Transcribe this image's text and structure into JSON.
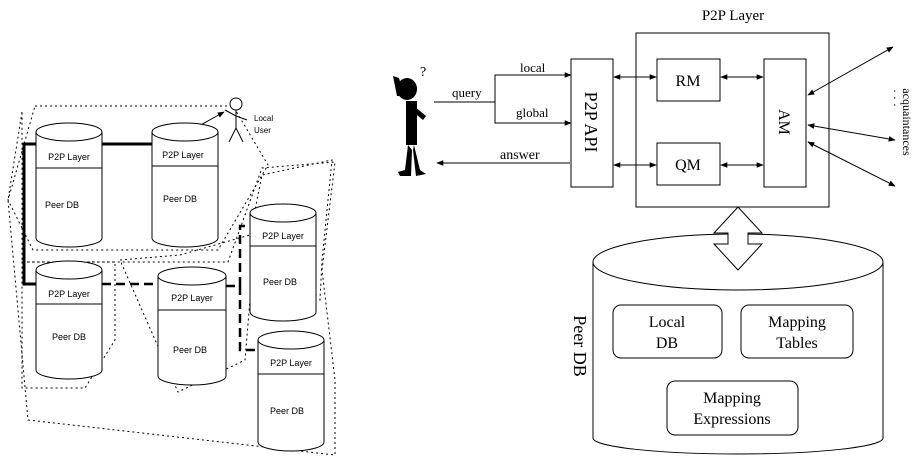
{
  "left_diagram": {
    "peers": [
      {
        "layer_label": "P2P Layer",
        "db_label": "Peer DB"
      },
      {
        "layer_label": "P2P Layer",
        "db_label": "Peer DB"
      },
      {
        "layer_label": "P2P Layer",
        "db_label": "Peer DB"
      },
      {
        "layer_label": "P2P Layer",
        "db_label": "Peer DB"
      },
      {
        "layer_label": "P2P Layer",
        "db_label": "Peer DB"
      },
      {
        "layer_label": "P2P Layer",
        "db_label": "Peer DB"
      }
    ],
    "local_user_label_line1": "Local",
    "local_user_label_line2": "User"
  },
  "right_diagram": {
    "user_question_mark": "?",
    "query_label": "query",
    "local_label": "local",
    "global_label": "global",
    "answer_label": "answer",
    "p2p_layer_title": "P2P Layer",
    "p2p_api_label": "P2P API",
    "rm_label": "RM",
    "qm_label": "QM",
    "am_label": "AM",
    "acquaintances_label": "acquaintances",
    "ellipsis": "· · ·",
    "peer_db_label": "Peer DB",
    "local_db_line1": "Local",
    "local_db_line2": "DB",
    "mapping_tables_line1": "Mapping",
    "mapping_tables_line2": "Tables",
    "mapping_expressions_line1": "Mapping",
    "mapping_expressions_line2": "Expressions"
  }
}
